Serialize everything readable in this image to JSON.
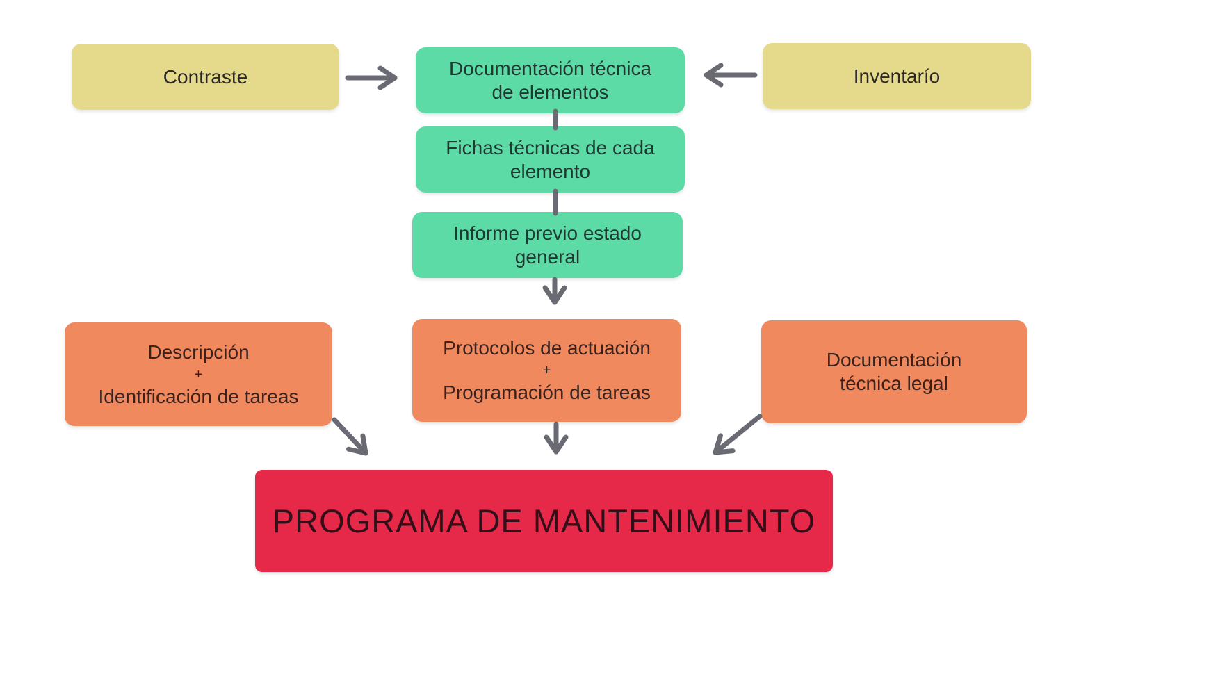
{
  "diagram": {
    "type": "flowchart",
    "title": "PROGRAMA DE MANTENIMIENTO",
    "nodes": {
      "contraste": {
        "color": "#e5d98c",
        "lines": [
          "Contraste"
        ]
      },
      "doc_tecnica": {
        "color": "#5cdba6",
        "lines": [
          "Documentación técnica",
          "de elementos"
        ]
      },
      "inventario": {
        "color": "#e5d98c",
        "lines": [
          "Inventarío"
        ]
      },
      "fichas": {
        "color": "#5cdba6",
        "lines": [
          "Fichas técnicas de cada",
          "elemento"
        ]
      },
      "informe": {
        "color": "#5cdba6",
        "lines": [
          "Informe previo estado",
          "general"
        ]
      },
      "descripcion": {
        "color": "#f0895e",
        "lines": [
          "Descripción",
          "+",
          "Identificación de tareas"
        ]
      },
      "protocolos": {
        "color": "#f0895e",
        "lines": [
          "Protocolos de actuación",
          "+",
          "Programación de tareas"
        ]
      },
      "doc_legal": {
        "color": "#f0895e",
        "lines": [
          "Documentación",
          "técnica legal"
        ]
      },
      "programa": {
        "color": "#e62949",
        "lines": [
          "PROGRAMA DE MANTENIMIENTO"
        ]
      }
    },
    "edges": [
      {
        "from": "contraste",
        "to": "doc_tecnica",
        "arrowhead": true
      },
      {
        "from": "inventario",
        "to": "doc_tecnica",
        "arrowhead": true
      },
      {
        "from": "doc_tecnica",
        "to": "fichas",
        "arrowhead": false
      },
      {
        "from": "fichas",
        "to": "informe",
        "arrowhead": false
      },
      {
        "from": "informe",
        "to": "protocolos",
        "arrowhead": true
      },
      {
        "from": "protocolos",
        "to": "programa",
        "arrowhead": true
      },
      {
        "from": "descripcion",
        "to": "programa",
        "arrowhead": true
      },
      {
        "from": "doc_legal",
        "to": "programa",
        "arrowhead": true
      }
    ],
    "colors": {
      "background": "#ffffff",
      "yellow_node": "#e5d98c",
      "green_node": "#5cdba6",
      "orange_node": "#f0895e",
      "red_node": "#e62949",
      "connector": "#6a6a72",
      "text_dark": "#2d2a28"
    }
  }
}
